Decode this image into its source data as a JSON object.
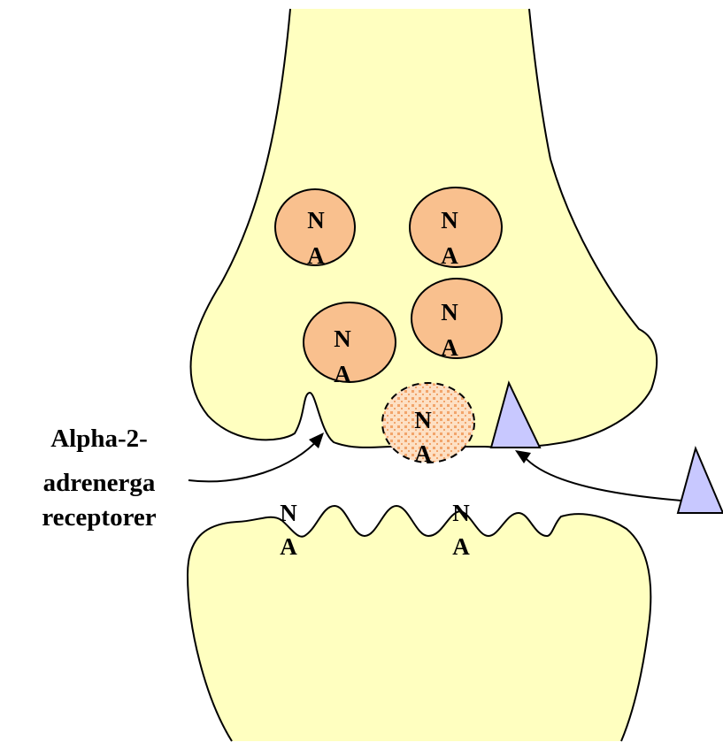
{
  "labels": {
    "vesicle_1_top": "N",
    "vesicle_1_bottom": "A",
    "vesicle_2_top": "N",
    "vesicle_2_bottom": "A",
    "vesicle_3_top": "N",
    "vesicle_3_bottom": "A",
    "vesicle_4_top": "N",
    "vesicle_4_bottom": "A",
    "released_top": "N",
    "released_bottom": "A",
    "bound_1_top": "N",
    "bound_1_bottom": "A",
    "bound_2_top": "N",
    "bound_2_bottom": "A",
    "receptor_line_1": "Alpha-2-",
    "receptor_line_2": "adrenerga",
    "receptor_line_3": "receptorer"
  },
  "colors": {
    "neuron_fill": "#ffffc0",
    "vesicle_fill": "#f9c08e",
    "released_vesicle_fill": "#fde0c4",
    "released_vesicle_dots": "#f2a46a",
    "triangle_fill": "#c8c8ff",
    "outline": "#000000"
  }
}
